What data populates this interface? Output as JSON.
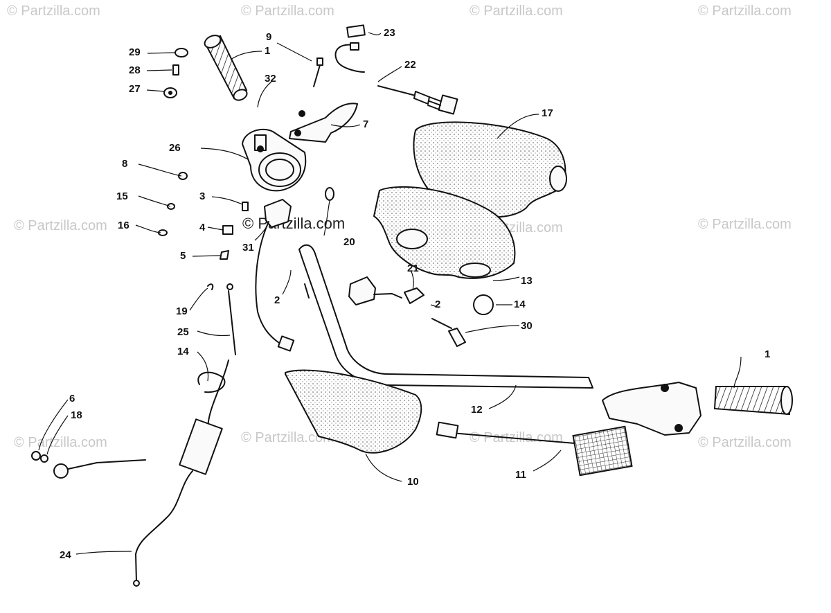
{
  "watermark": {
    "text": "© Partzilla.com",
    "center_text": "© Partzilla.com"
  },
  "callouts": [
    "29",
    "28",
    "27",
    "1",
    "9",
    "32",
    "23",
    "22",
    "7",
    "17",
    "26",
    "8",
    "15",
    "16",
    "3",
    "4",
    "5",
    "31",
    "20",
    "13",
    "2",
    "21",
    "2",
    "14",
    "30",
    "19",
    "25",
    "14",
    "1",
    "12",
    "6",
    "18",
    "10",
    "11",
    "24"
  ]
}
